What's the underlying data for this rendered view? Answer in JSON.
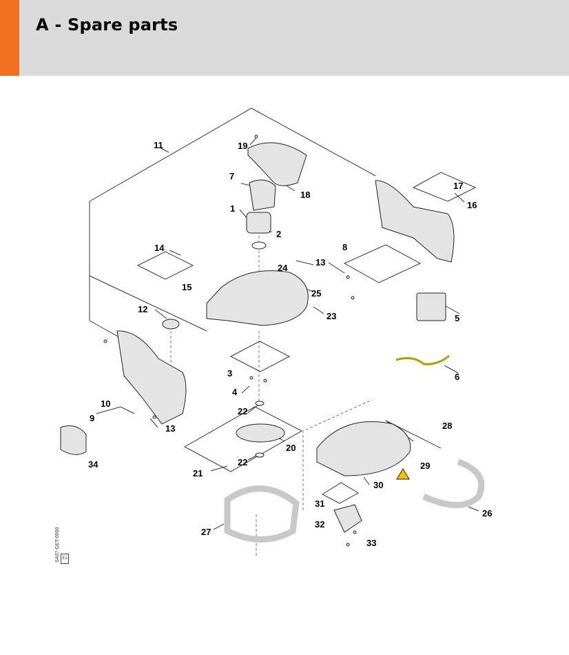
{
  "header": {
    "title": "A - Spare parts",
    "accent_color": "#f37021",
    "band_color": "#dadada"
  },
  "diagram": {
    "drawing_code": "SA07-GET-0000",
    "drawing_code_box": "E1",
    "labels": {
      "p1": "1",
      "p2": "2",
      "p3": "3",
      "p4": "4",
      "p5": "5",
      "p6": "6",
      "p7": "7",
      "p8": "8",
      "p9": "9",
      "p10": "10",
      "p11": "11",
      "p12": "12",
      "p13a": "13",
      "p13b": "13",
      "p14": "14",
      "p15": "15",
      "p16": "16",
      "p17": "17",
      "p18": "18",
      "p19": "19",
      "p20": "20",
      "p21": "21",
      "p22a": "22",
      "p22b": "22",
      "p23": "23",
      "p24": "24",
      "p25": "25",
      "p26": "26",
      "p27": "27",
      "p28": "28",
      "p29": "29",
      "p30": "30",
      "p31": "31",
      "p32": "32",
      "p33": "33",
      "p34": "34"
    }
  }
}
